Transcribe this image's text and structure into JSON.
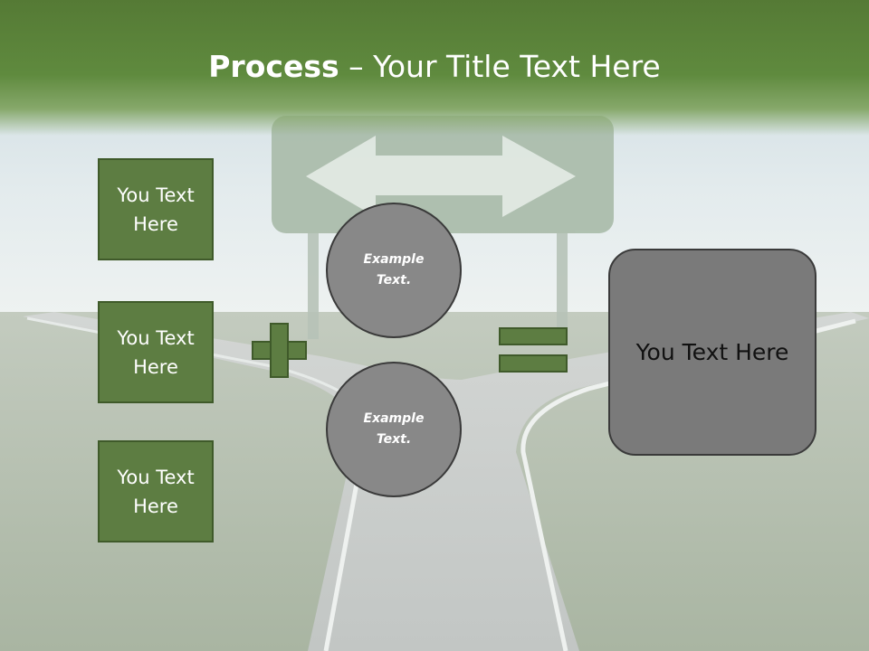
{
  "slide": {
    "title_bold": "Process",
    "title_rest": " – Your Title Text Here",
    "left_boxes": [
      "You Text Here",
      "You Text Here",
      "You Text Here"
    ],
    "circles": [
      "Example Text.",
      "Example Text."
    ],
    "result_box": "You Text Here"
  },
  "colors": {
    "accent_green": "#5d7d42",
    "circle_gray": "#888888",
    "result_gray": "#7a7a7a",
    "title_bar": "#557a35"
  },
  "icons": [
    "plus-icon",
    "equals-icon",
    "two-way-arrow-sign"
  ]
}
